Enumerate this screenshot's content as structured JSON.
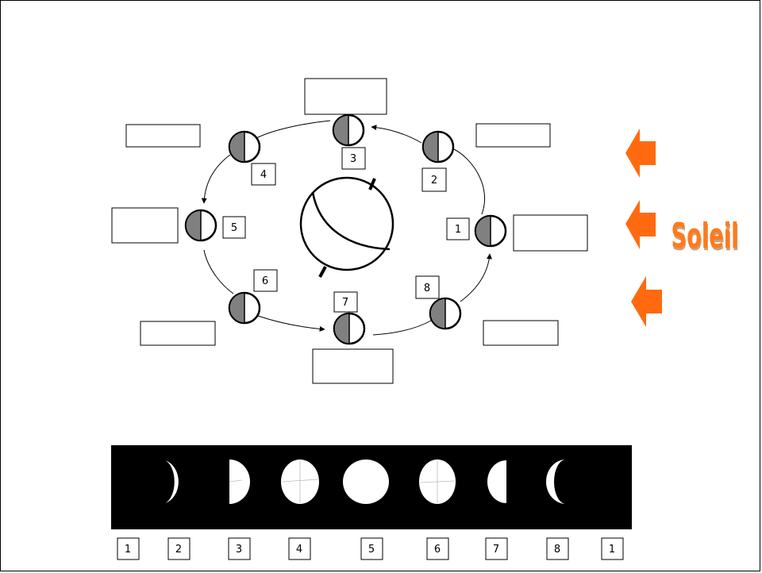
{
  "sun_label": "Soleil",
  "orbit_numbers": [
    "1",
    "2",
    "3",
    "4",
    "5",
    "6",
    "7",
    "8"
  ],
  "strip_numbers": [
    "1",
    "2",
    "3",
    "4",
    "5",
    "6",
    "7",
    "8",
    "1"
  ],
  "answer_boxes": [
    "",
    "",
    "",
    "",
    "",
    "",
    "",
    ""
  ],
  "colors": {
    "sun_arrow": "#ff6a10",
    "sun_text": "#ff7a1a",
    "moon_shadow": "#808080",
    "strip_background": "#000000",
    "moon_lit": "#ffffff"
  },
  "icons": [
    "sun-arrow-icon",
    "earth-icon",
    "moon-phase-icon",
    "orbit-arrow-icon"
  ]
}
